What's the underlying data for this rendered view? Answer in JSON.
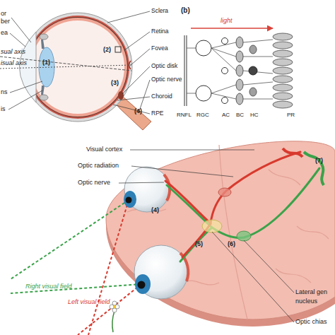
{
  "diagram": {
    "labels": [
      "or",
      "ber",
      "ea",
      "sual axis",
      "isual axis",
      "ns",
      "is",
      "(1)",
      "Sclera",
      "(2)",
      "Retina",
      "Fovea",
      "(3)",
      "Optic disk",
      "Optic nerve",
      "(4)",
      "Choroid",
      "RPE",
      "(b)",
      "light",
      "RNFL",
      "RGC",
      "AC",
      "BC",
      "HC",
      "PR",
      "Visual cortex",
      "Optic radiation",
      "Optic nerve",
      "(4)",
      "(7)",
      "(5)",
      "(6)",
      "Right visual field",
      "Left visual field",
      "Lateral gen",
      "nucleus",
      "Optic chias"
    ]
  }
}
